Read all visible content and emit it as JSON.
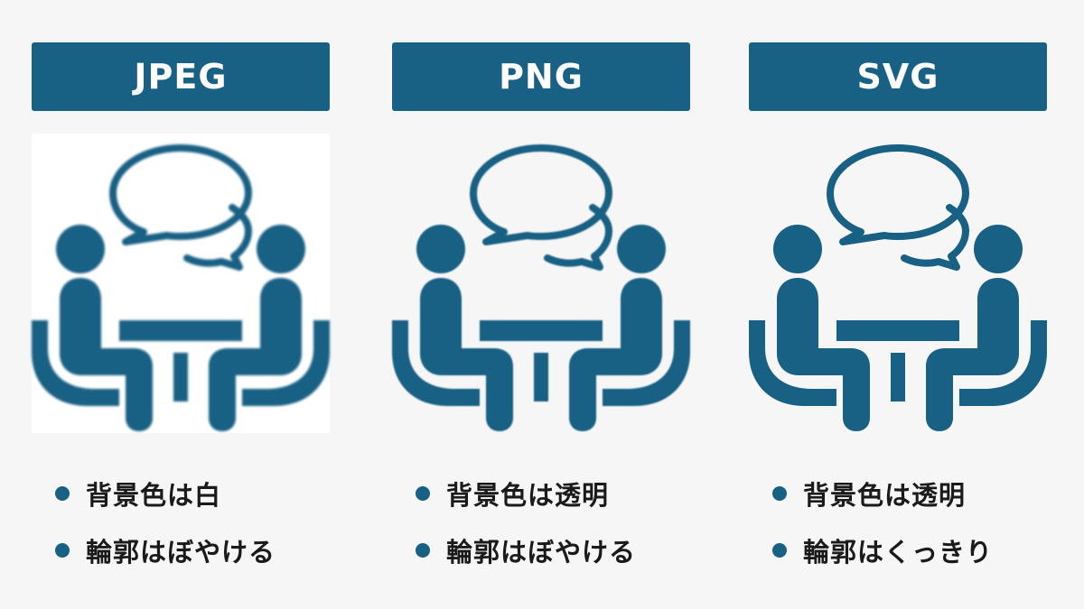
{
  "accent_color": "#186084",
  "columns": [
    {
      "title": "JPEG",
      "icon": "meeting-icon",
      "background": "white",
      "bullets": [
        "背景色は白",
        "輪郭はぼやける"
      ]
    },
    {
      "title": "PNG",
      "icon": "meeting-icon",
      "background": "transparent",
      "bullets": [
        "背景色は透明",
        "輪郭はぼやける"
      ]
    },
    {
      "title": "SVG",
      "icon": "meeting-icon",
      "background": "transparent",
      "bullets": [
        "背景色は透明",
        "輪郭はくっきり"
      ]
    }
  ]
}
